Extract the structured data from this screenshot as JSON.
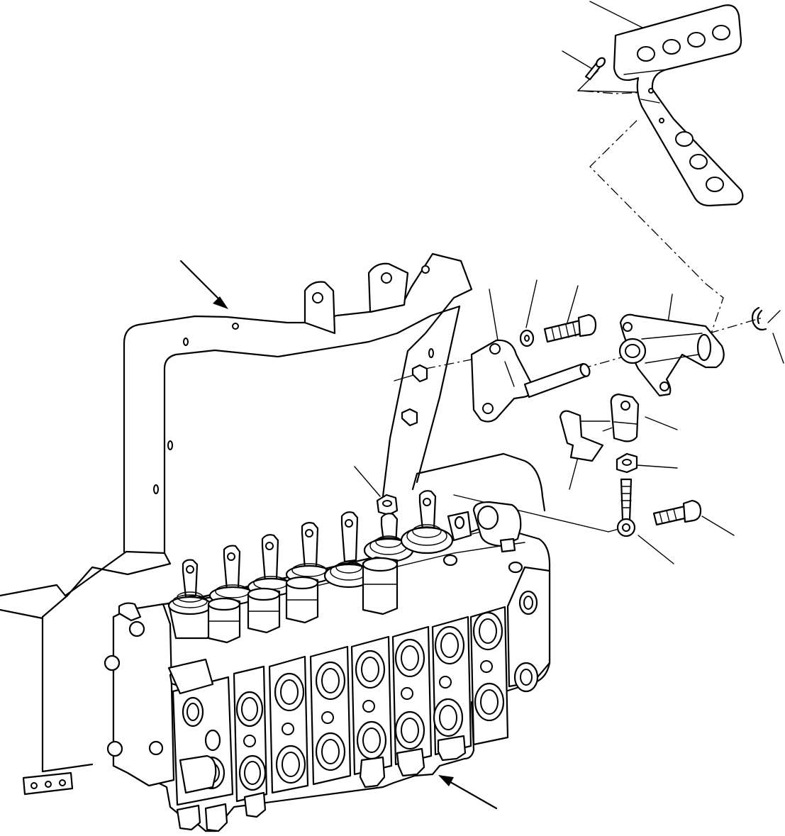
{
  "diagram": {
    "parts": [
      "mounting-plate",
      "screw",
      "support-frame",
      "lever-bracket",
      "pin",
      "washer",
      "bolt",
      "pivot-housing",
      "circlip",
      "clevis",
      "clip",
      "nut",
      "rod-end",
      "cap-screw",
      "control-valve-block",
      "mounting-nut"
    ],
    "arrows": [
      "frame-arrow",
      "valve-arrow"
    ]
  }
}
